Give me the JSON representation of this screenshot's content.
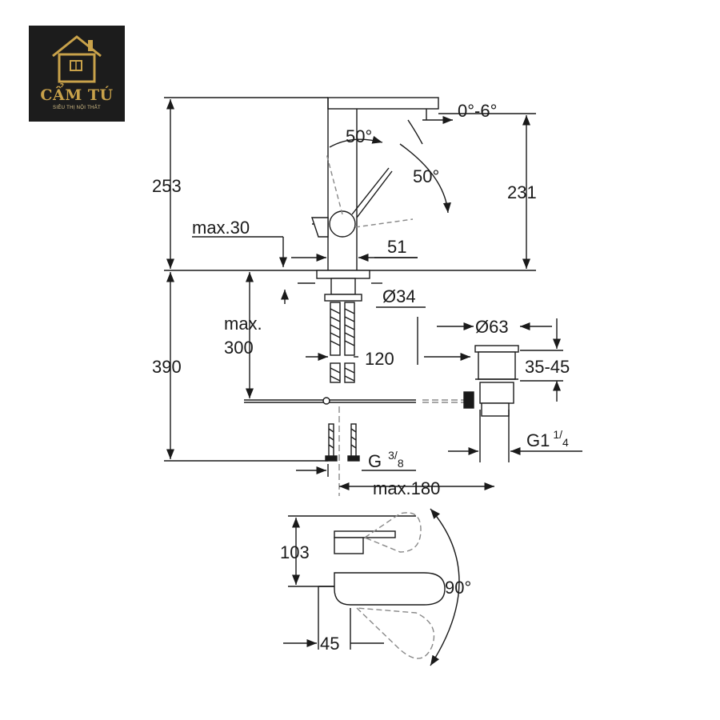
{
  "logo": {
    "brand": "CẨM TÚ",
    "tagline": "SIÊU THỊ NỘI THẤT",
    "colors": {
      "background": "#1c1c1c",
      "gold": "#c9a24a"
    }
  },
  "dimensions": {
    "total_height": "253",
    "spout_height": "231",
    "tilt_angle": "0°-6°",
    "lever_angle_1": "50°",
    "lever_angle_2": "50°",
    "max_30": "max.30",
    "lever_offset": "51",
    "base_diameter": "Ø34",
    "max_300_line1": "max.",
    "max_300_line2": "300",
    "hose_length": "120",
    "under_height": "390",
    "waste_diameter": "Ø63",
    "waste_height": "35-45",
    "waste_thread": "G1",
    "waste_thread_num": "1",
    "waste_thread_den": "4",
    "connection_thread": "G",
    "connection_thread_num": "3",
    "connection_thread_den": "8",
    "max_180": "max.180",
    "plan_depth": "103",
    "swing_angle": "90°",
    "plan_offset": "45"
  },
  "colors": {
    "line": "#1a1a1a",
    "dash": "#888888"
  }
}
